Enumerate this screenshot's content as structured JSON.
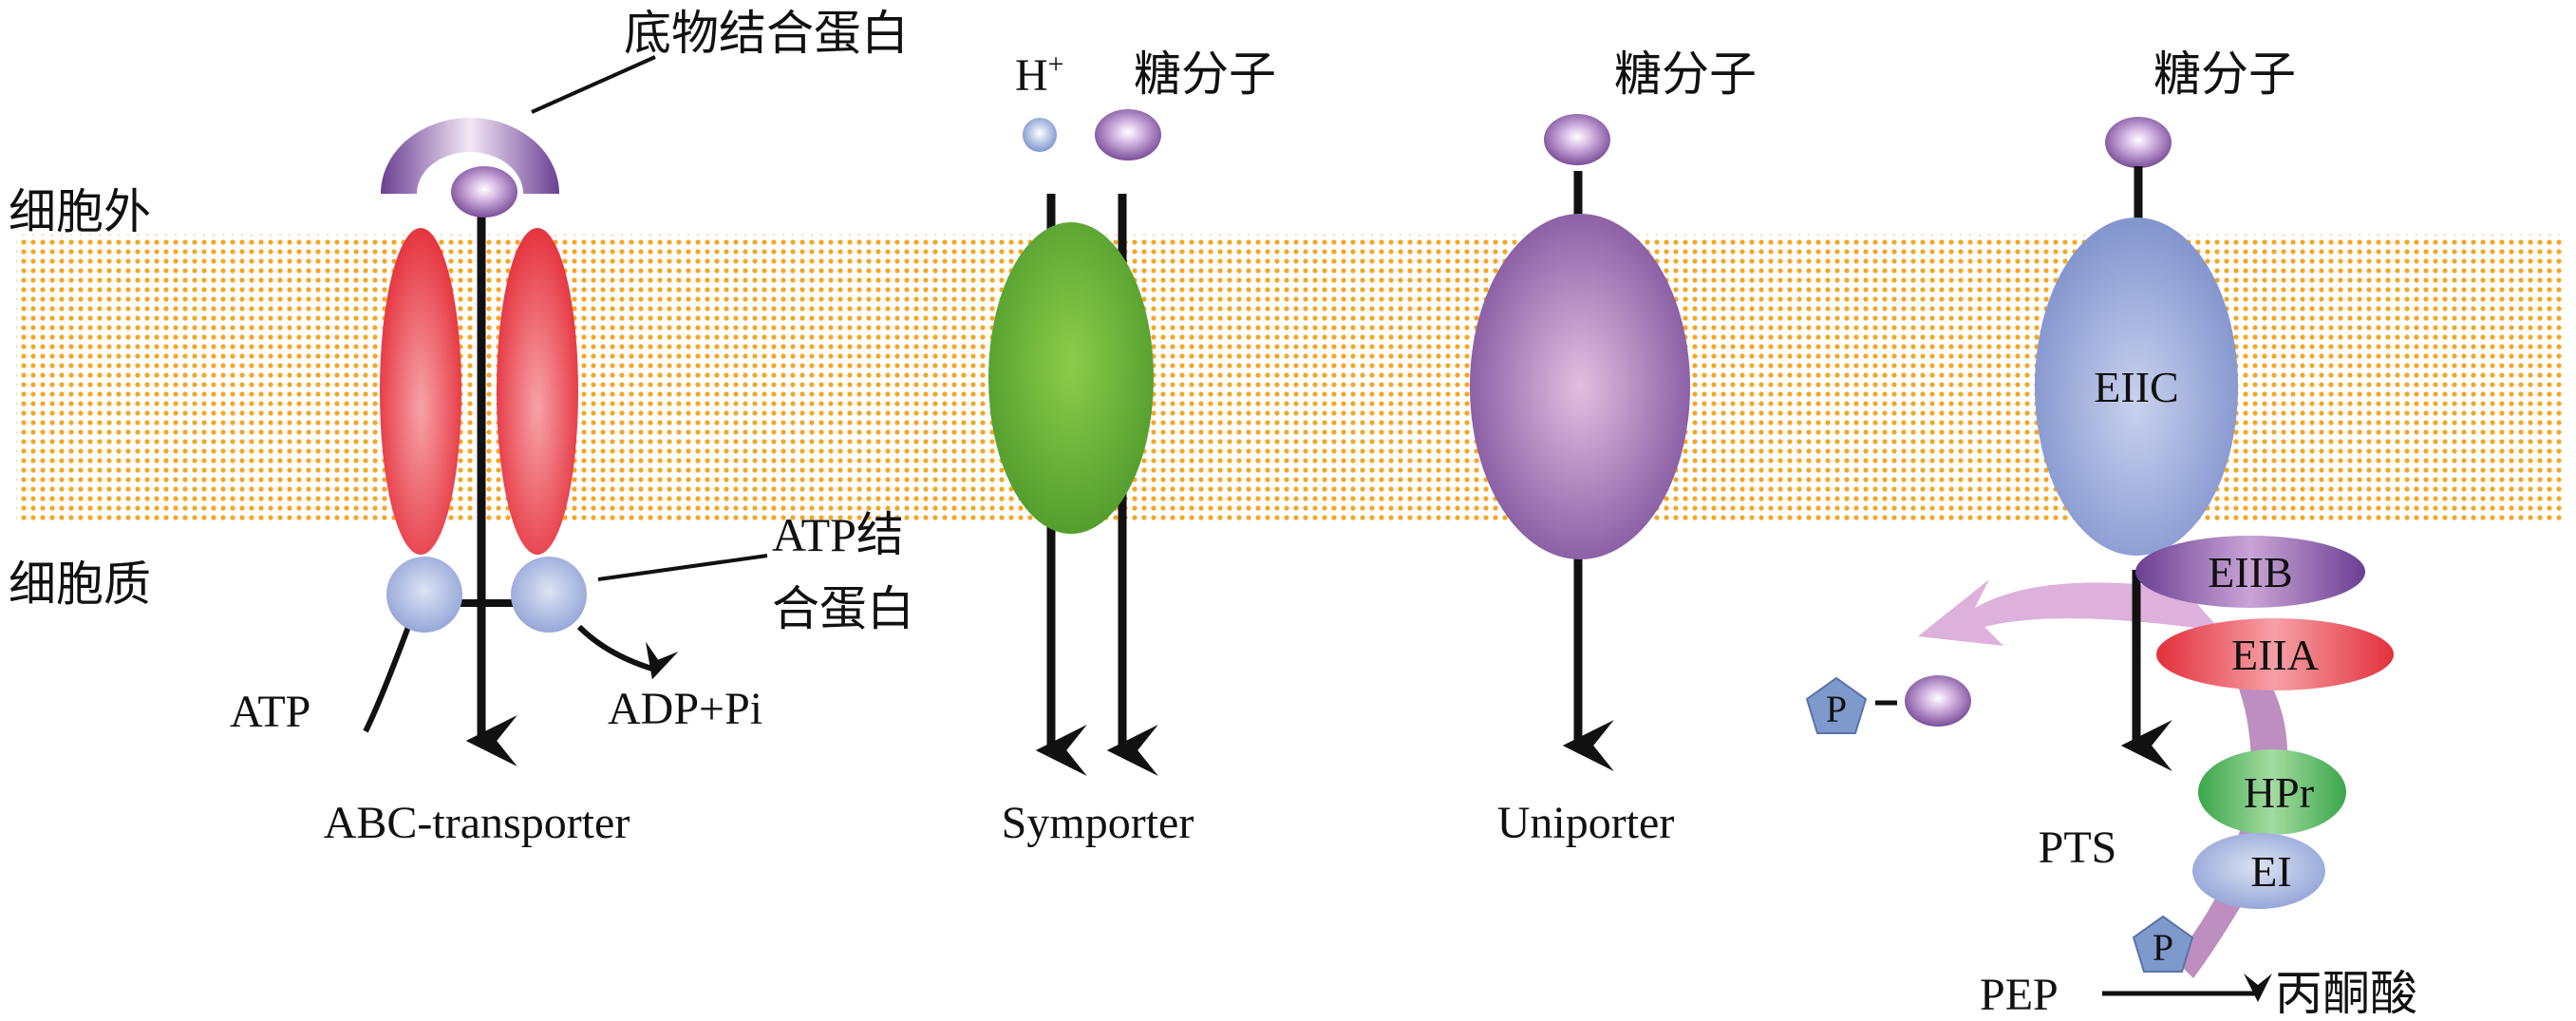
{
  "regions": {
    "outside": "细胞外",
    "cytoplasm": "细胞质"
  },
  "abc": {
    "substrate_binding_protein": "底物结合蛋白",
    "atp_binding_protein_line1": "ATP结",
    "atp_binding_protein_line2": "合蛋白",
    "atp": "ATP",
    "adp_pi": "ADP+Pi",
    "name": "ABC-transporter"
  },
  "symporter": {
    "proton": "H",
    "proton_charge": "+",
    "sugar": "糖分子",
    "name": "Symporter"
  },
  "uniporter": {
    "sugar": "糖分子",
    "name": "Uniporter"
  },
  "pts": {
    "sugar": "糖分子",
    "eiic": "EIIC",
    "eiib": "EIIB",
    "eiia": "EIIA",
    "hpr": "HPr",
    "ei": "EI",
    "phosphate": "P",
    "phosphate2": "P",
    "name": "PTS",
    "pep": "PEP",
    "pyruvate": "丙酮酸"
  },
  "colors": {
    "membrane_dots": "#f5a623",
    "abc_red": "#e8333c",
    "abc_blue": "#a9b8e0",
    "symporter_green": "#6db33f",
    "uniporter_purple": "#a77ab8",
    "eiic_blue": "#9aaad8",
    "eiia_red": "#e8333c",
    "hpr_green": "#4cb45a"
  }
}
